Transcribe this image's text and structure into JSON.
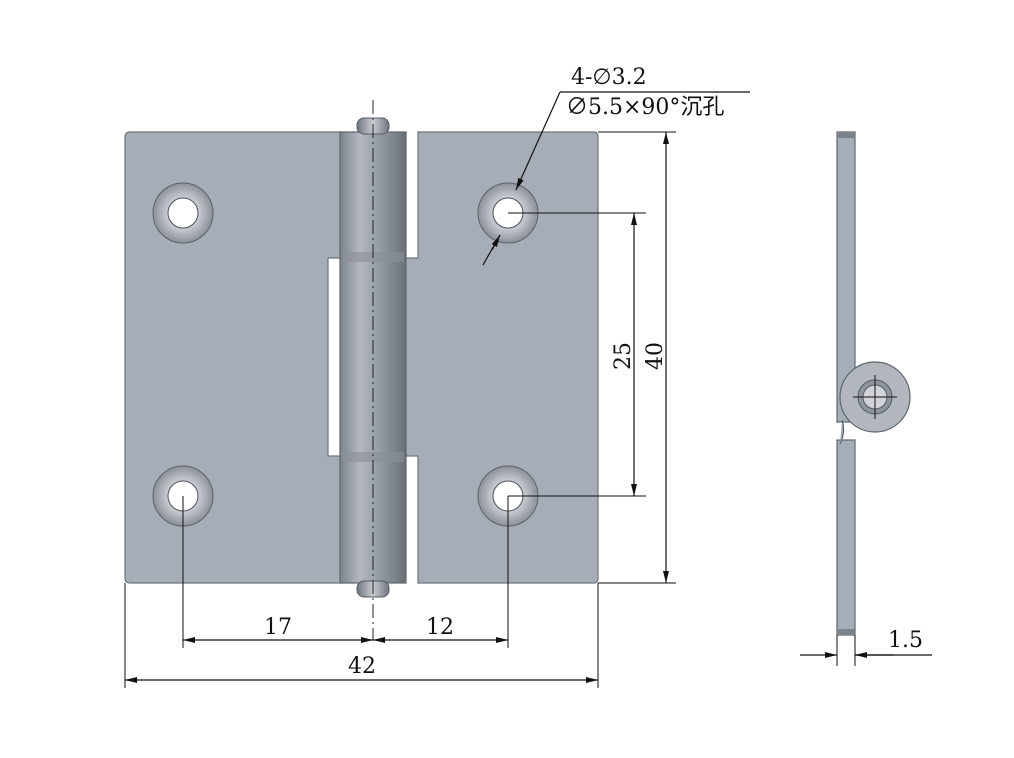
{
  "dimensions": {
    "hole_spec_line1": "4-∅3.2",
    "hole_spec_line2": "∅5.5×90°沉孔",
    "vertical_hole_spacing": "25",
    "overall_height": "40",
    "left_hole_to_pin": "17",
    "pin_to_right_hole": "12",
    "overall_width": "42",
    "thickness": "1.5"
  },
  "colors": {
    "plate_fill": "#a7adb6",
    "plate_edge": "#6f747c",
    "line": "#111111",
    "background": "#ffffff"
  }
}
